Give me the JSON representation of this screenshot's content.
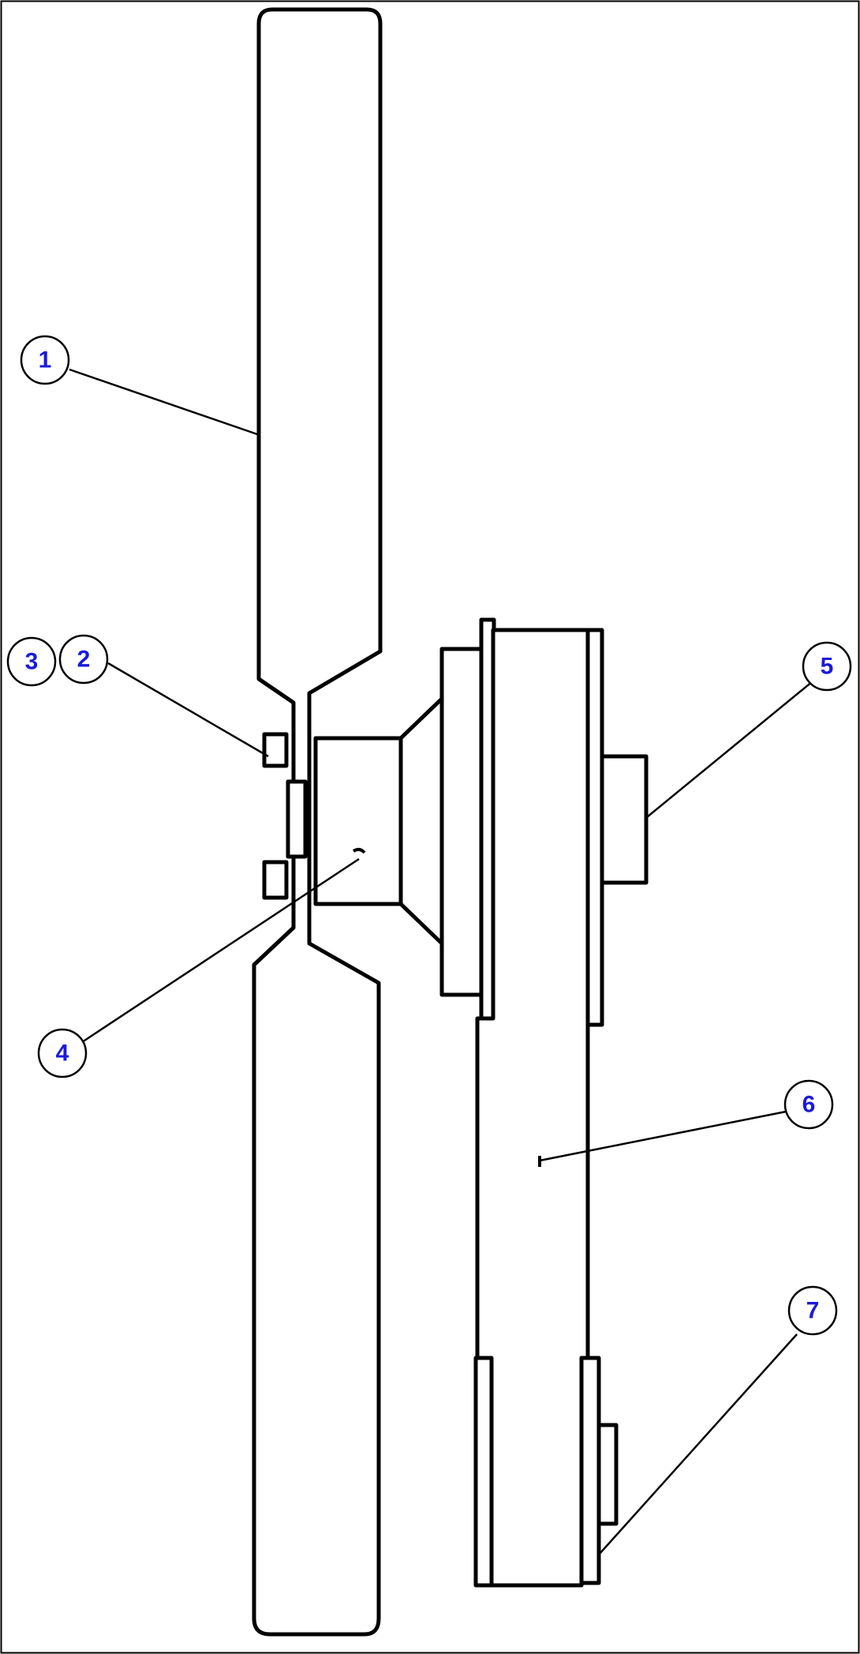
{
  "colors": {
    "callout_number": "#1a1adb",
    "line": "#000000",
    "background": "#ffffff"
  },
  "callouts": [
    {
      "label": "1"
    },
    {
      "label": "2"
    },
    {
      "label": "3"
    },
    {
      "label": "4"
    },
    {
      "label": "5"
    },
    {
      "label": "6"
    },
    {
      "label": "7"
    }
  ]
}
